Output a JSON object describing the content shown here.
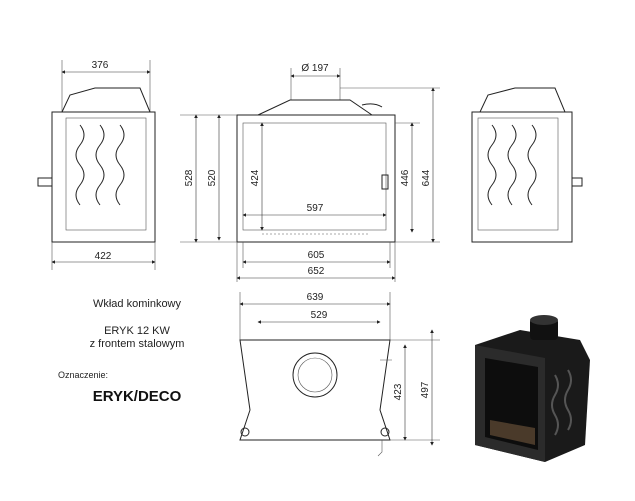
{
  "title": {
    "line1": "Wkład kominkowy",
    "line2": "ERYK 12 KW",
    "line3": "z frontem stalowym",
    "designation_label": "Oznaczenie:",
    "designation_value": "ERYK/DECO"
  },
  "side_view": {
    "depth_top": "376",
    "depth_bottom": "422"
  },
  "front_view": {
    "flue_diameter": "Ø 197",
    "height_528": "528",
    "height_520": "520",
    "glass_height": "424",
    "door_height": "446",
    "total_height": "644",
    "glass_width": "597",
    "door_width": "605",
    "total_width": "652"
  },
  "top_view": {
    "width_639": "639",
    "width_529": "529",
    "depth_423": "423",
    "depth_497": "497"
  }
}
